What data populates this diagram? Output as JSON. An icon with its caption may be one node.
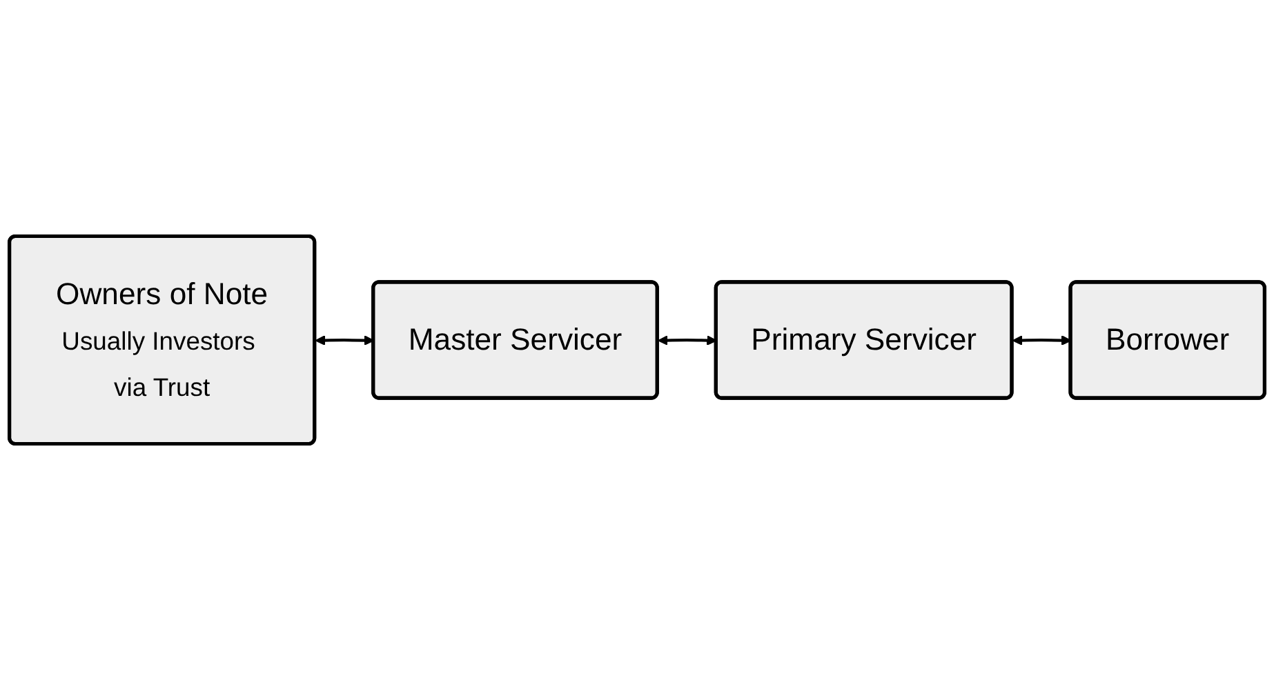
{
  "diagram": {
    "nodes": [
      {
        "text": [
          "Owners of Note",
          "Usually Investors via Trust"
        ]
      },
      {
        "text": [
          "Master Servicer"
        ]
      },
      {
        "text": [
          "Primary Servicer"
        ]
      },
      {
        "text": [
          "Borrower"
        ]
      }
    ],
    "edges": [
      {
        "from": 0,
        "to": 1,
        "arrow": "both"
      },
      {
        "from": 1,
        "to": 2,
        "arrow": "both"
      },
      {
        "from": 2,
        "to": 3,
        "arrow": "both"
      }
    ]
  }
}
